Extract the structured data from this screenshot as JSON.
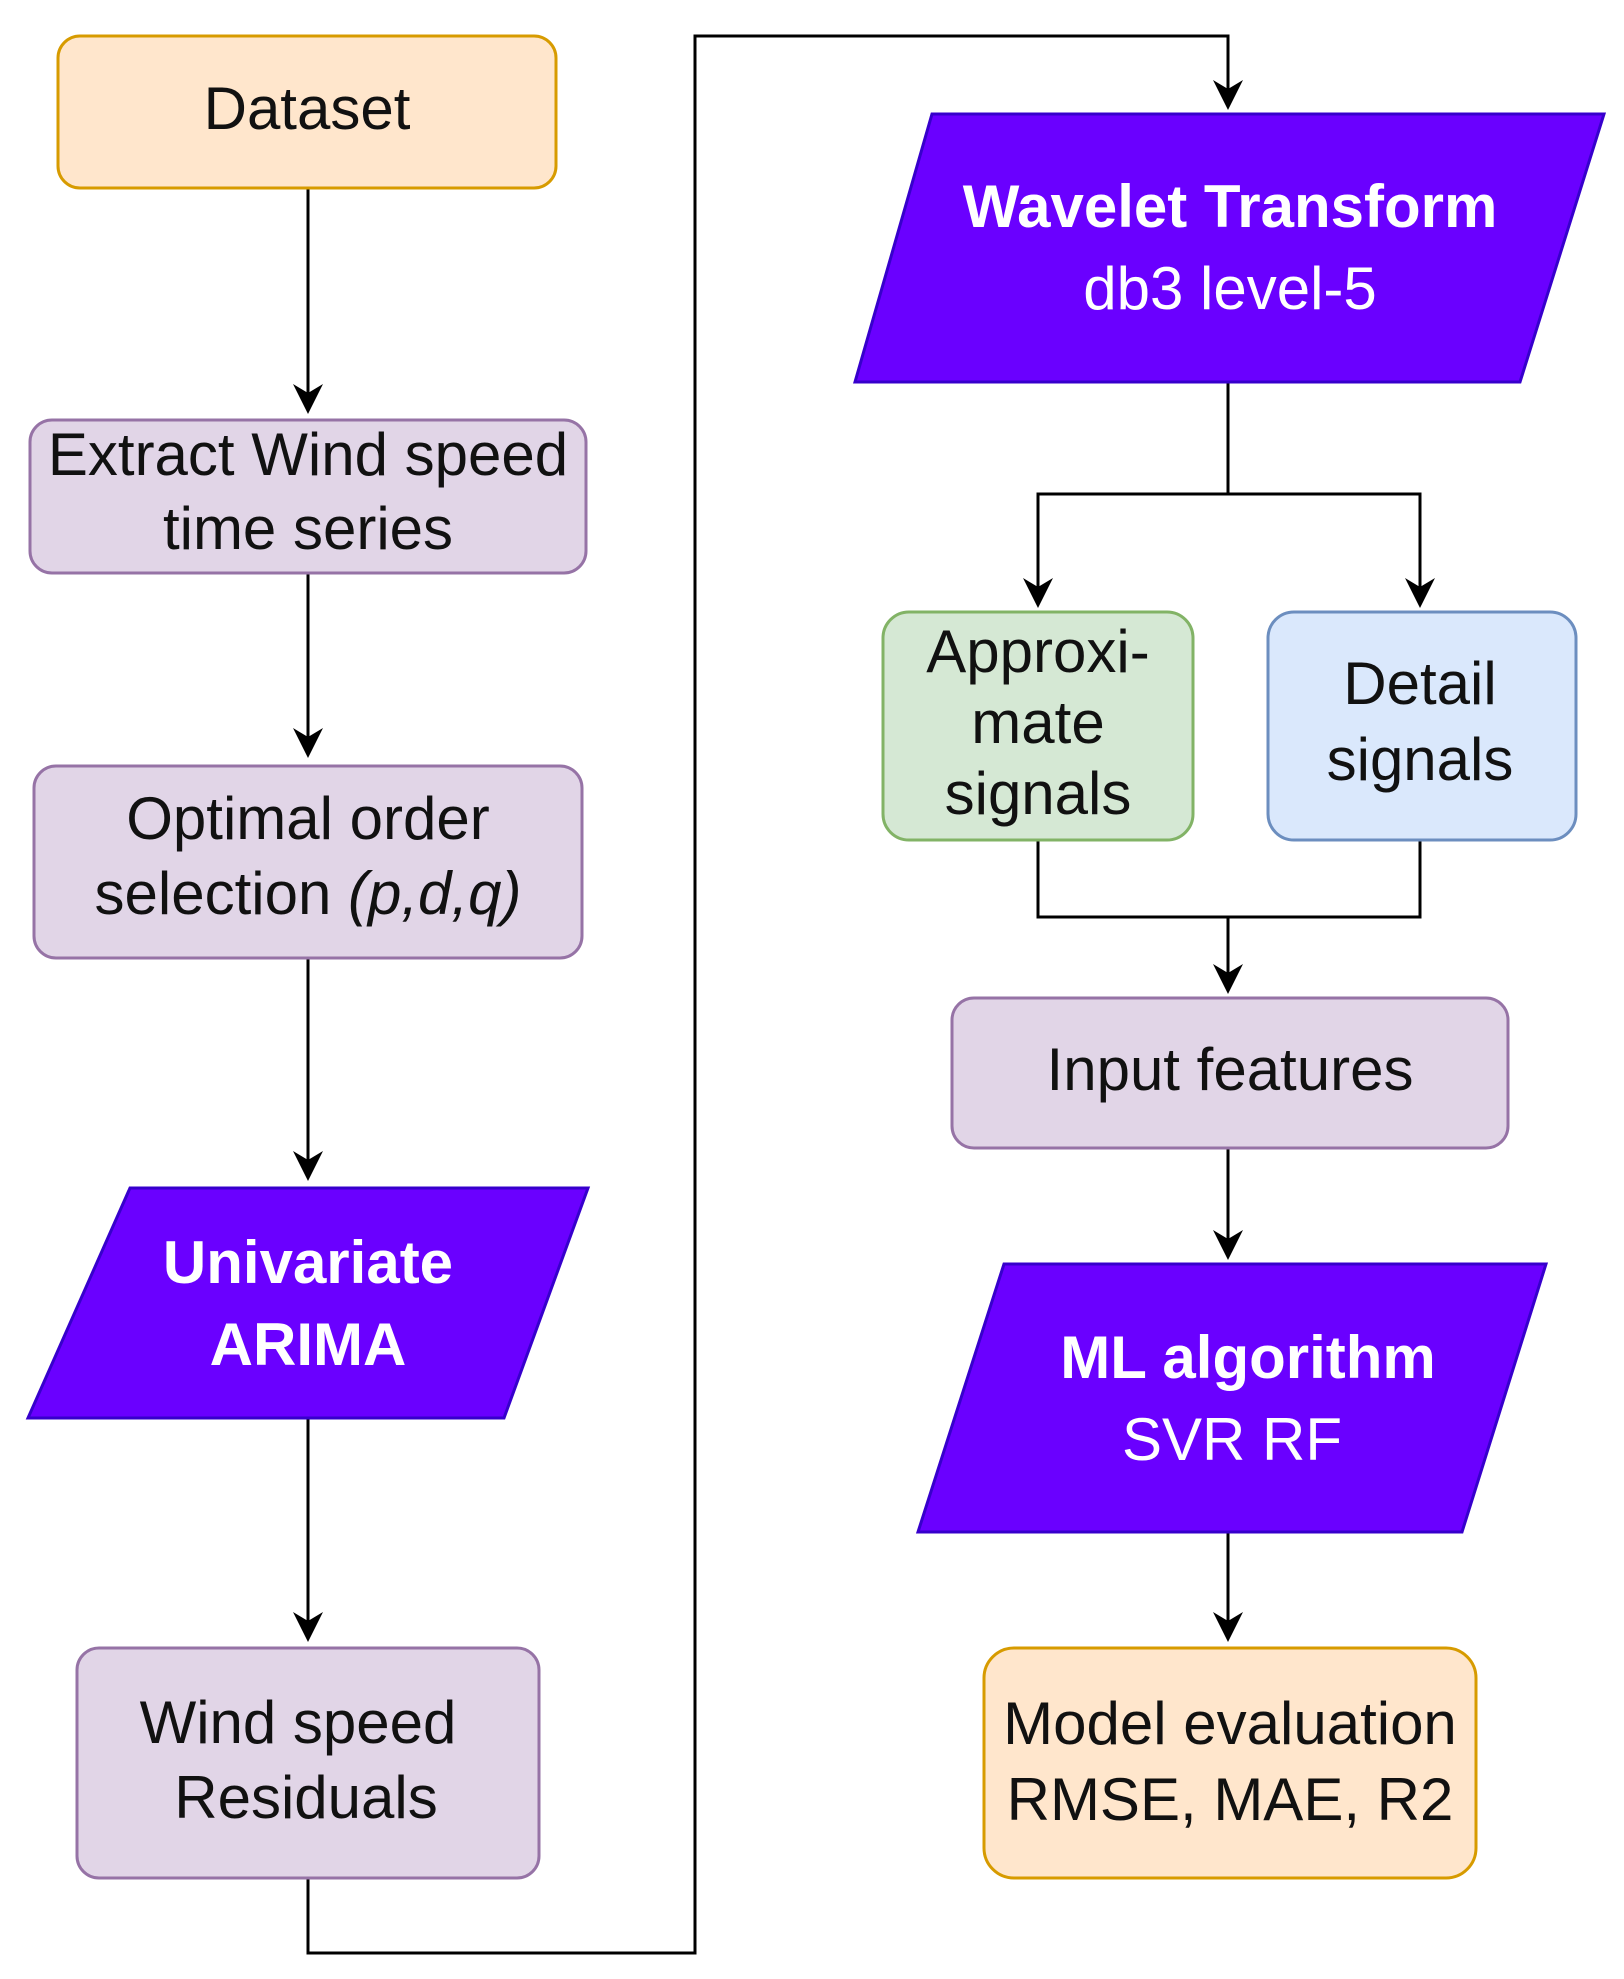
{
  "colors": {
    "dataset_fill": "#ffe6cc",
    "dataset_stroke": "#d79b00",
    "process_fill": "#e1d5e7",
    "process_stroke": "#9673a6",
    "model_fill": "#6a00ff",
    "model_stroke": "#3700cc",
    "approx_fill": "#d5e8d4",
    "approx_stroke": "#82b366",
    "detail_fill": "#dae8fc",
    "detail_stroke": "#6c8ebf",
    "edge": "#000000"
  },
  "nodes": {
    "dataset": {
      "line1": "Dataset"
    },
    "extract": {
      "line1": "Extract Wind speed",
      "line2": "time series"
    },
    "order": {
      "line1": "Optimal order",
      "line2_prefix": "selection ",
      "line2_params": "(p,d,q)"
    },
    "arima": {
      "line1": "Univariate",
      "line2": "ARIMA"
    },
    "residuals": {
      "line1": "Wind speed",
      "line2": "Residuals"
    },
    "wavelet": {
      "line1": "Wavelet Transform",
      "line2": "db3 level-5"
    },
    "approx": {
      "line1": "Approxi-",
      "line2": "mate",
      "line3": "signals"
    },
    "detail": {
      "line1": "Detail",
      "line2": "signals"
    },
    "features": {
      "line1": "Input features"
    },
    "ml": {
      "line1": "ML algorithm",
      "line2": "SVR  RF"
    },
    "evaluation": {
      "line1": "Model evaluation",
      "line2": "RMSE, MAE, R2"
    }
  }
}
